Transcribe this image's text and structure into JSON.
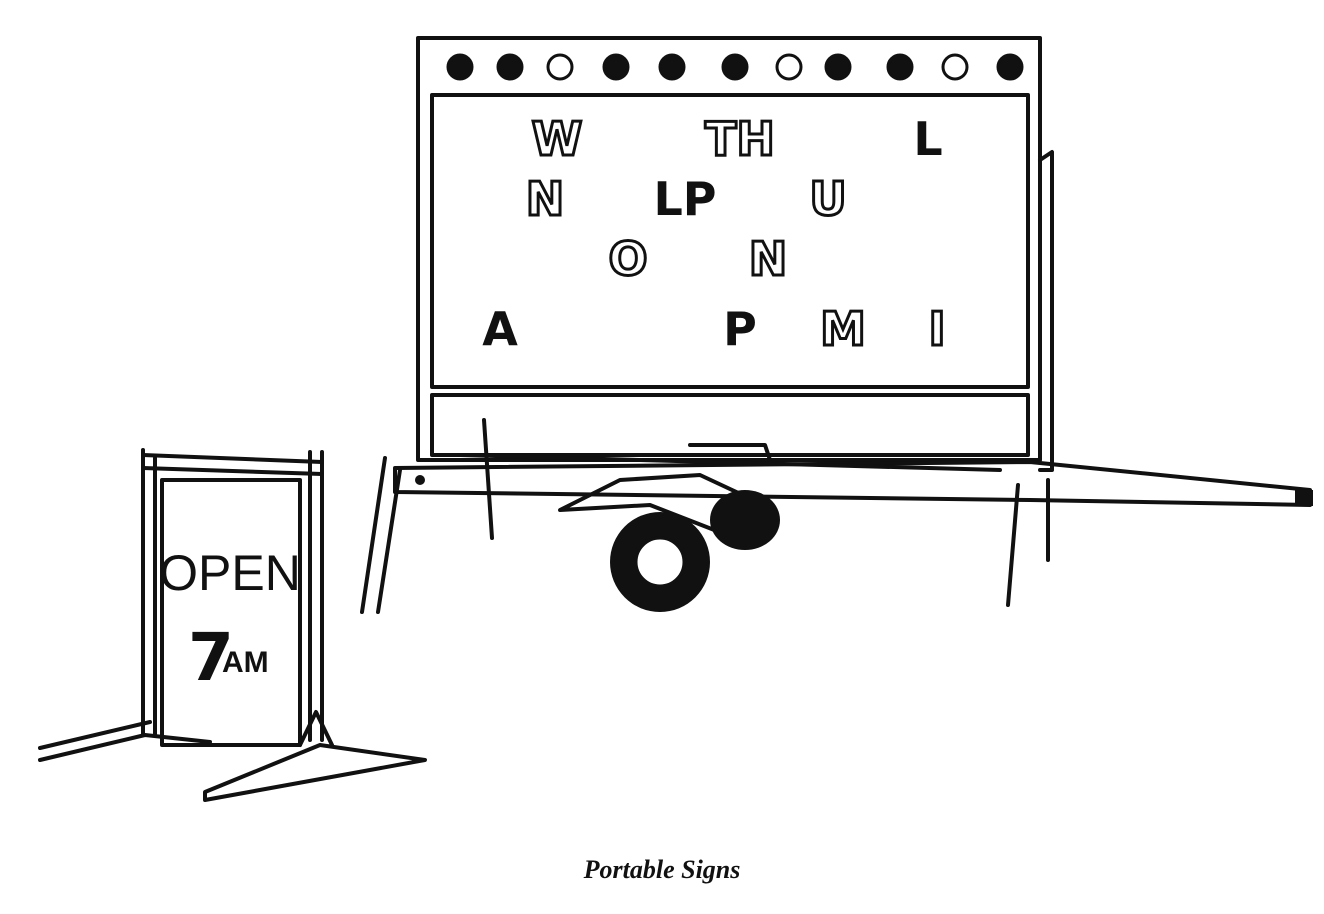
{
  "figure": {
    "caption": "Portable Signs",
    "trailer_sign": {
      "lights": [
        "on",
        "on",
        "off",
        "on",
        "on",
        "on",
        "off",
        "on",
        "on",
        "off",
        "on"
      ],
      "rows": [
        [
          {
            "t": "W",
            "style": "outline"
          },
          {
            "t": "TH",
            "style": "outline"
          },
          {
            "t": "L",
            "style": "solid"
          }
        ],
        [
          {
            "t": "N",
            "style": "outline"
          },
          {
            "t": "LP",
            "style": "solid"
          },
          {
            "t": "U",
            "style": "outline"
          }
        ],
        [
          {
            "t": "O",
            "style": "outline"
          },
          {
            "t": "N",
            "style": "outline"
          }
        ],
        [
          {
            "t": "A",
            "style": "solid"
          },
          {
            "t": "P",
            "style": "solid"
          },
          {
            "t": "M",
            "style": "outline"
          },
          {
            "t": "I",
            "style": "outline"
          }
        ]
      ]
    },
    "a_frame_sign": {
      "line1": "OPEN",
      "line2_big": "7",
      "line2_small": "AM"
    }
  }
}
